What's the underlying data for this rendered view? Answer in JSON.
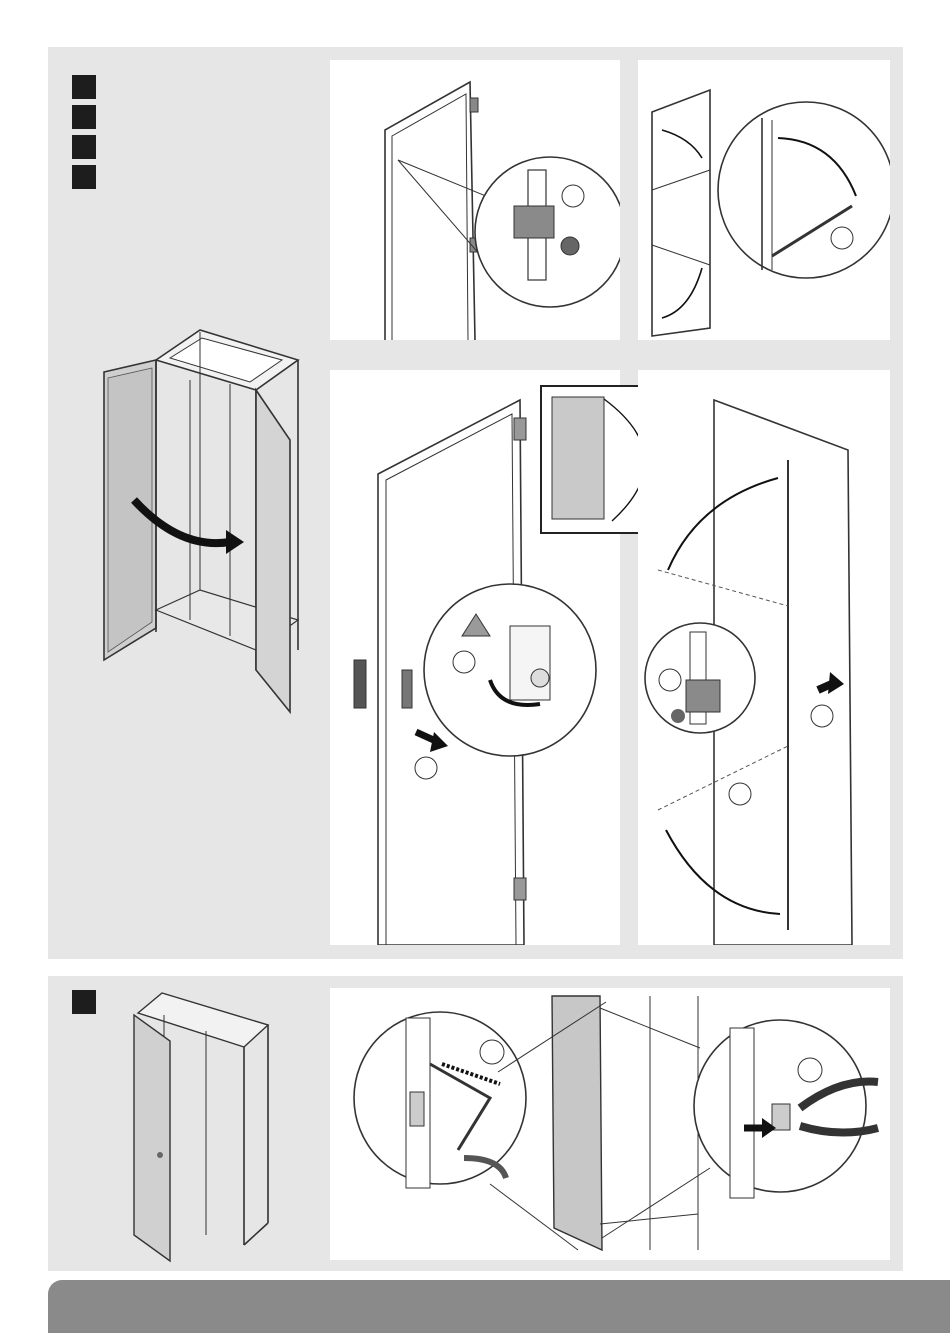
{
  "page": {
    "background": "#ffffff",
    "panel_color": "#e6e6e6",
    "marker_color": "#1d1d1d",
    "footer_color": "#8a8a8a"
  },
  "sections": [
    {
      "id": "top",
      "step_markers": 4
    },
    {
      "id": "bottom",
      "step_markers": 1
    }
  ],
  "icons": [
    "cabinet-open-doors-illustration",
    "door-hinge-detail-illustration",
    "door-swing-arc-illustration",
    "door-reversal-lock-illustration",
    "inset-door-diagram-illustration",
    "locking-rod-assembly-illustration",
    "small-cabinet-illustration",
    "hacksaw-cut-illustration",
    "pliers-break-tab-illustration"
  ]
}
